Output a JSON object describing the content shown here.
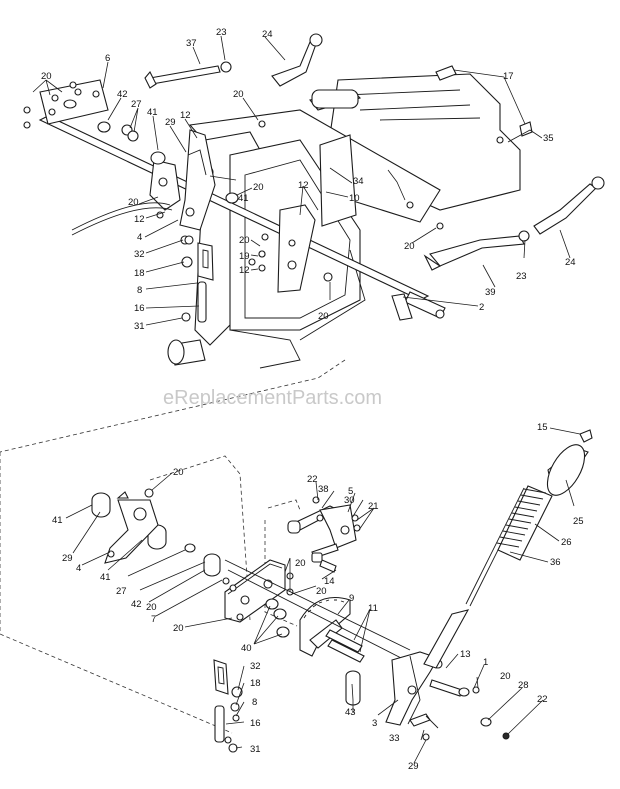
{
  "watermark": "eReplacementParts.com",
  "callouts": [
    "1",
    "2",
    "3",
    "4",
    "5",
    "6",
    "7",
    "8",
    "9",
    "10",
    "11",
    "12",
    "13",
    "14",
    "15",
    "16",
    "17",
    "18",
    "19",
    "20",
    "21",
    "22",
    "23",
    "24",
    "25",
    "26",
    "27",
    "28",
    "29",
    "30",
    "31",
    "32",
    "33",
    "34",
    "35",
    "36",
    "37",
    "38",
    "39",
    "40",
    "41",
    "42",
    "43"
  ]
}
